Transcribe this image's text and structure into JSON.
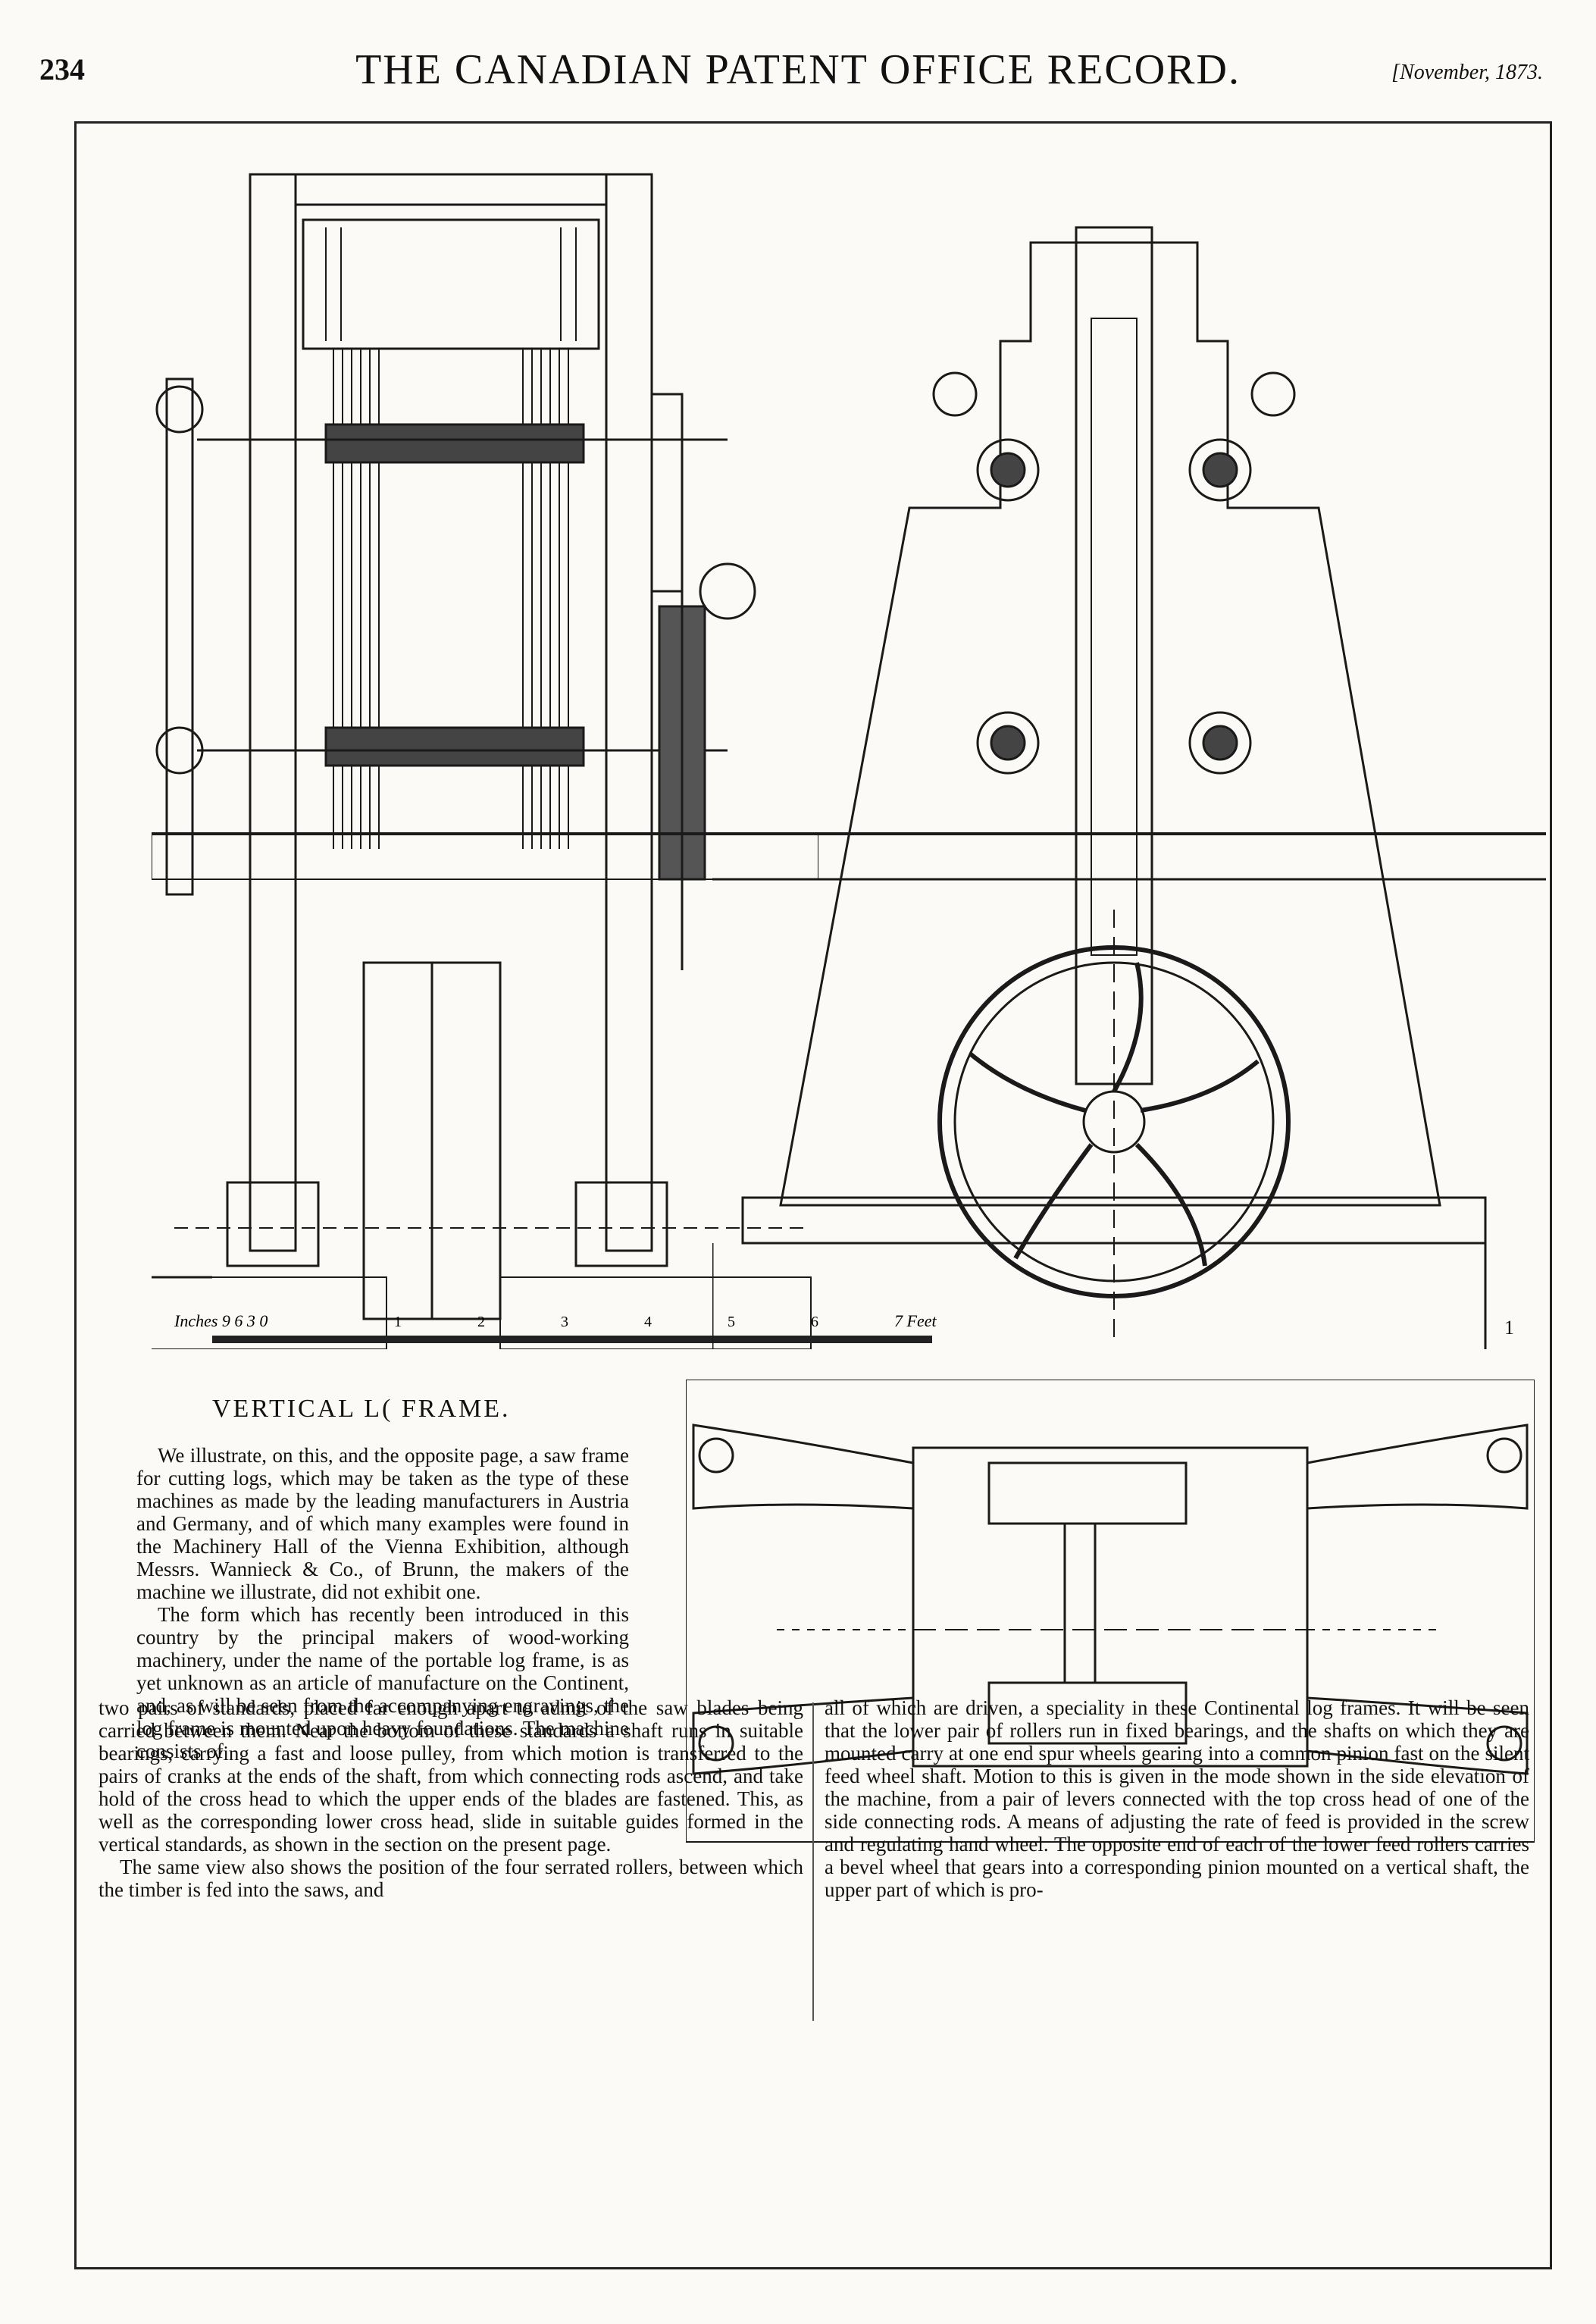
{
  "header": {
    "page_number": "234",
    "journal_title": "THE CANADIAN PATENT OFFICE RECORD.",
    "date": "[November, 1873."
  },
  "figures": {
    "scale_bar_labels": [
      "Inches 9 6 3 0",
      "1",
      "2",
      "3",
      "4",
      "5",
      "6",
      "7 Feet"
    ],
    "side_figure_number": "1"
  },
  "article": {
    "caption": "VERTICAL L(  FRAME.",
    "left_block_paragraphs": [
      "We illustrate, on this, and the opposite page, a saw frame for cutting logs, which may be taken as the type of these machines as made by the leading manufacturers in Austria and Germany, and of which many examples were found in the Machinery Hall of the Vienna Exhibition, although Messrs. Wannieck & Co., of Brunn, the makers of the machine we illustrate, did not exhibit one.",
      "The form which has recently been introduced in this country by the principal makers of wood-working machinery, under the name of the portable log frame, is as yet unknown as an article of manufacture on the Continent, and, as will be seen from the accompanying engravings, the log frame is mounted upon heavy foundations. The machine consists of"
    ],
    "left_column_paragraphs": [
      "two pairs of standards, placed far enough apart to admit of the saw blades being carried between them. Near the bottom of these standards a shaft runs in suitable bearings, carrying a fast and loose pulley, from which motion is transferred to the pairs of cranks at the ends of the shaft, from which connecting rods ascend, and take hold of the cross head to which the upper ends of the blades are fastened. This, as well as the corresponding lower cross head, slide in suitable guides formed in the vertical standards, as shown in the section on the present page.",
      "The same view also shows the position of the four serrated rollers, between which the timber is fed into the saws, and"
    ],
    "right_column_paragraphs": [
      "all of which are driven, a speciality in these Continental log frames. It will be seen that the lower pair of rollers run in fixed bearings, and the shafts on which they are mounted carry at one end spur wheels gearing into a common pinion fast on the silent feed wheel shaft. Motion to this is given in the mode shown in the side elevation of the machine, from a pair of levers connected with the top cross head of one of the side connecting rods. A means of adjusting the rate of feed is provided in the screw and regulating hand wheel. The opposite end of each of the lower feed rollers carries a bevel wheel that gears into a corresponding pinion mounted on a vertical shaft, the upper part of which is pro-"
    ]
  }
}
